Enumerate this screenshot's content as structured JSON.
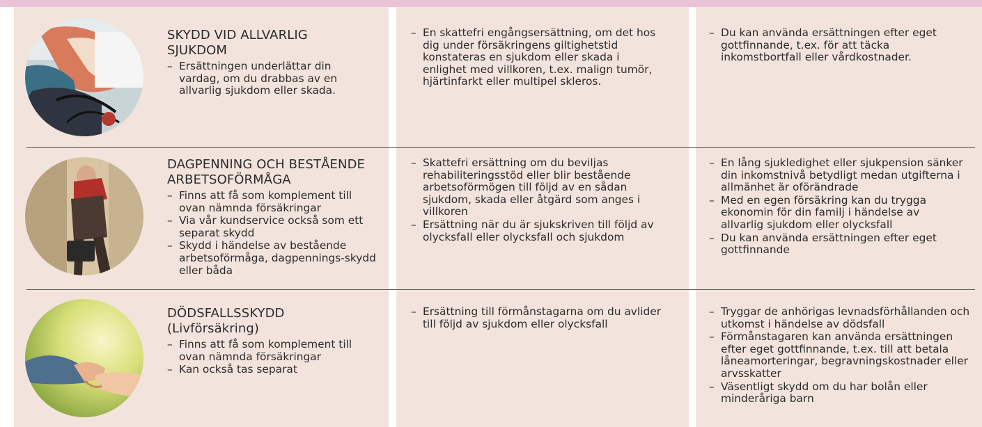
{
  "sections": [
    {
      "title_lines": [
        "SKYDD VID ALLVARLIG",
        "SJUKDOM"
      ],
      "intro": [
        "Ersättningen underlättar din vardag, om du drabbas av en allvarlig sjukdom eller skada."
      ],
      "col2": [
        "En skattefri engångsersättning, om det hos dig under försäkringens giltighetstid konstateras en sjukdom eller skada i enlighet med villkoren, t.ex. malign tumör, hjärtinfarkt eller multipel skleros."
      ],
      "col3": [
        "Du kan använda ersättningen efter eget gottfinnande, t.ex. för att täcka inkomstbortfall eller vårdkostnader."
      ]
    },
    {
      "title_lines": [
        "DAGPENNING OCH BESTÅENDE",
        "ARBETSOFÖRMÅGA"
      ],
      "intro": [
        "Finns att få som komplement till ovan nämnda försäkringar",
        "Via vår kundservice också som ett separat skydd",
        "Skydd i händelse av bestående arbetsoförmåga, dagpennings-skydd eller båda"
      ],
      "col2": [
        "Skattefri ersättning om du beviljas rehabiliteringsstöd eller blir bestående arbetsoförmögen till följd av en sådan sjukdom, skada eller åtgärd som anges i villkoren",
        "Ersättning när du är sjukskriven till följd av olycksfall eller olycksfall och sjukdom"
      ],
      "col3": [
        "En lång sjukledighet eller sjukpension sänker din inkomstnivå betydligt medan utgifterna i allmänhet är oförändrade",
        "Med en egen försäkring kan du trygga ekonomin för din familj i händelse av allvarlig sjukdom eller olycksfall",
        "Du kan använda ersättningen efter eget gottfinnande"
      ]
    },
    {
      "title_lines": [
        "DÖDSFALLSSKYDD",
        "(Livförsäkring)"
      ],
      "intro": [
        "Finns att få som komplement till ovan nämnda försäkringar",
        "Kan också tas separat"
      ],
      "col2": [
        "Ersättning till förmånstagarna om du avlider till följd av sjukdom eller olycksfall"
      ],
      "col3": [
        "Tryggar de anhörigas levnadsförhållanden och utkomst i händelse av dödsfall",
        "Förmånstagaren kan använda ersättningen efter eget gottfinnande, t.ex. till att betala låneamorteringar, begravningskostnader eller arvsskatter",
        "Väsentligt skydd om du har bolån eller minderåriga barn"
      ]
    }
  ],
  "colors": {
    "top_bar": "#ebc3d8",
    "column_bg": "#f2e4dd",
    "divider": "#555555",
    "text": "#2b2b2b"
  }
}
